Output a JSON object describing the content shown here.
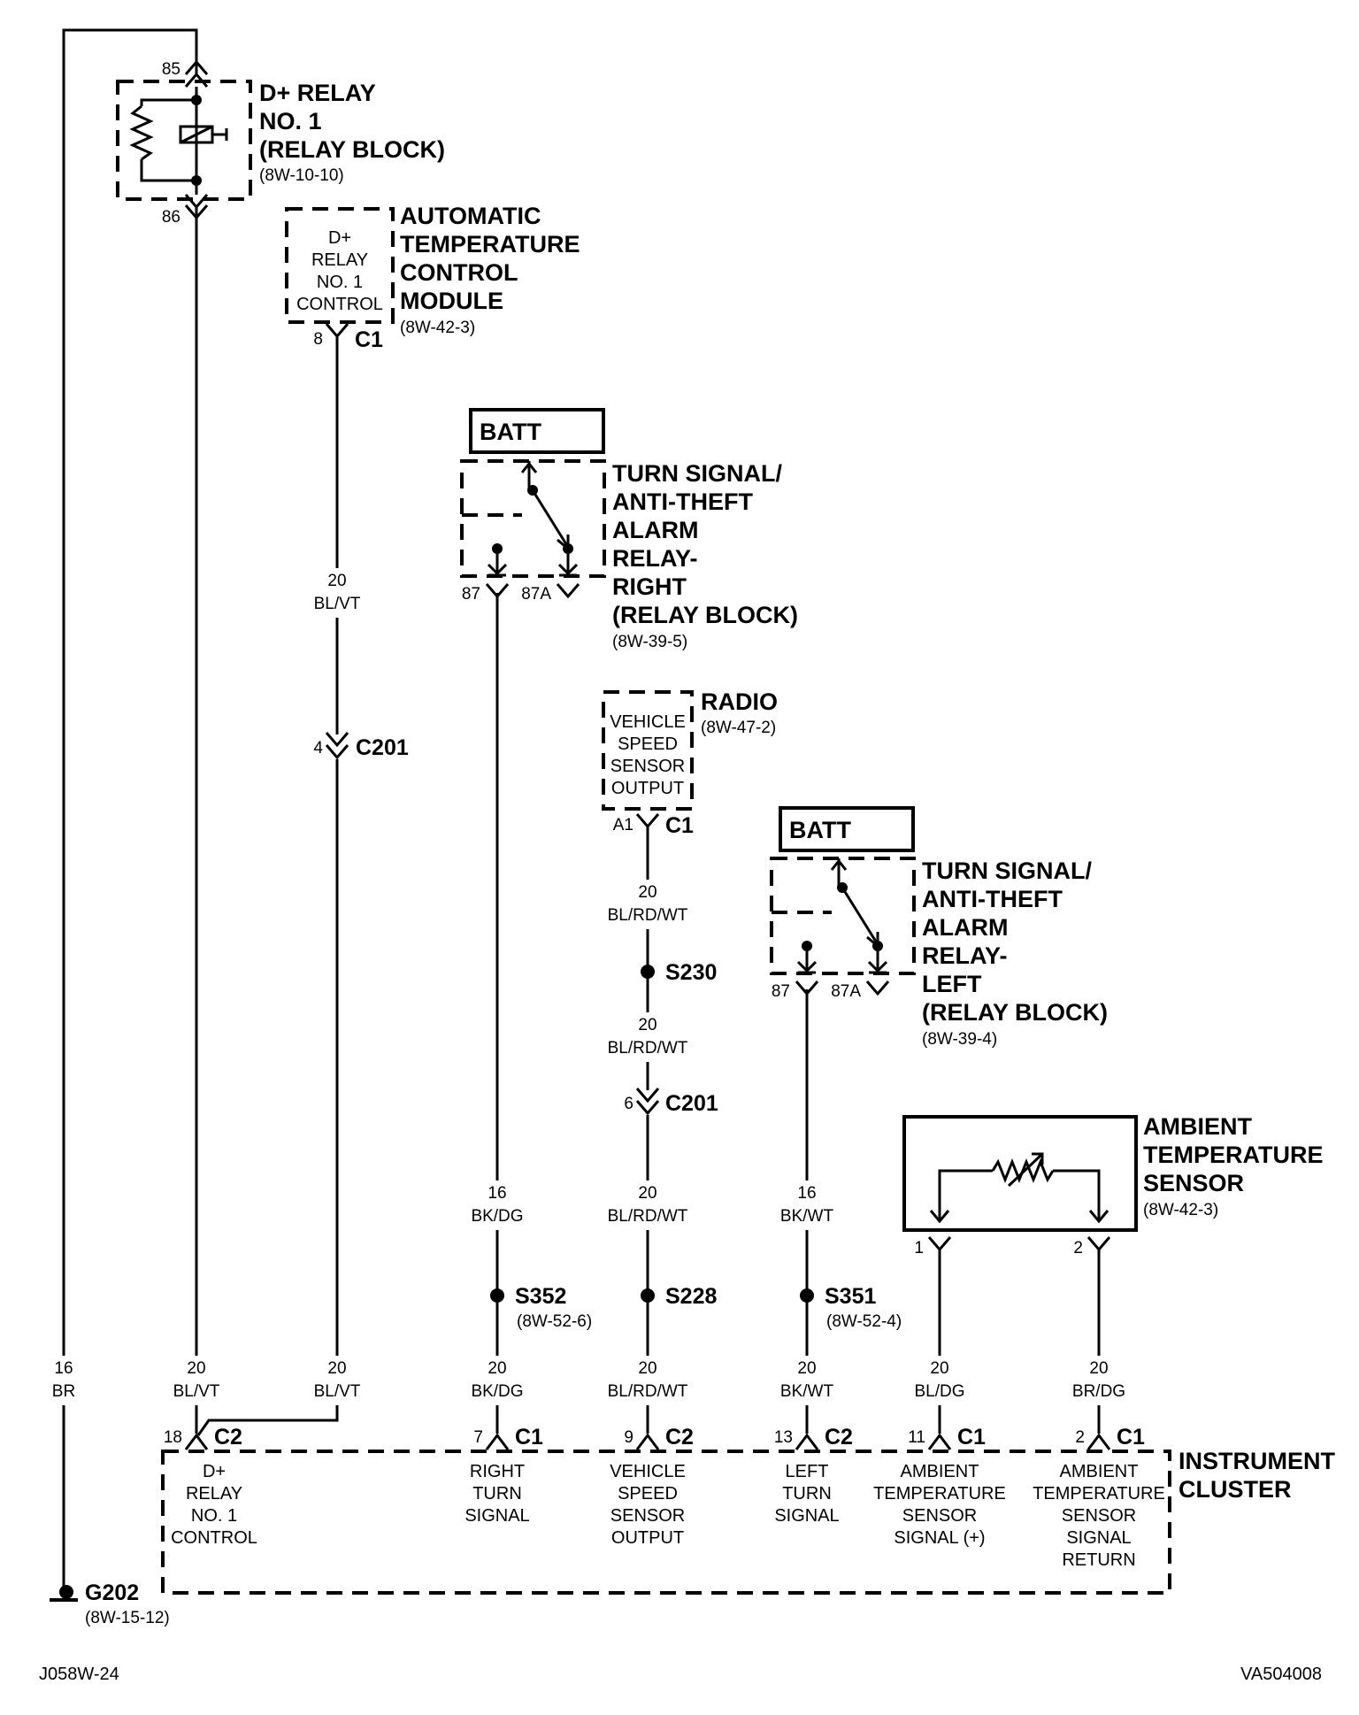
{
  "relay_d": {
    "title": [
      "D+ RELAY",
      "NO. 1",
      "(RELAY BLOCK)"
    ],
    "ref": "(8W-10-10)",
    "pin_top": "85",
    "pin_bottom": "86"
  },
  "atc_module": {
    "title": [
      "AUTOMATIC",
      "TEMPERATURE",
      "CONTROL",
      "MODULE"
    ],
    "ref": "(8W-42-3)",
    "box": [
      "D+",
      "RELAY",
      "NO. 1",
      "CONTROL"
    ],
    "pin": "8",
    "connector": "C1"
  },
  "turn_relay_right": {
    "batt": "BATT",
    "title": [
      "TURN SIGNAL/",
      "ANTI-THEFT",
      "ALARM",
      "RELAY-",
      "RIGHT",
      "(RELAY BLOCK)"
    ],
    "ref": "(8W-39-5)",
    "pin_87": "87",
    "pin_87a": "87A"
  },
  "radio": {
    "title": "RADIO",
    "ref": "(8W-47-2)",
    "box": [
      "VEHICLE",
      "SPEED",
      "SENSOR",
      "OUTPUT"
    ],
    "pin": "A1",
    "connector": "C1"
  },
  "turn_relay_left": {
    "batt": "BATT",
    "title": [
      "TURN SIGNAL/",
      "ANTI-THEFT",
      "ALARM",
      "RELAY-",
      "LEFT",
      "(RELAY BLOCK)"
    ],
    "ref": "(8W-39-4)",
    "pin_87": "87",
    "pin_87a": "87A"
  },
  "ambient_sensor": {
    "title": [
      "AMBIENT",
      "TEMPERATURE",
      "SENSOR"
    ],
    "ref": "(8W-42-3)",
    "pin1": "1",
    "pin2": "2"
  },
  "wires": {
    "br": [
      "16",
      "BR"
    ],
    "blvt_a": [
      "20",
      "BL/VT"
    ],
    "blvt_b": [
      "20",
      "BL/VT"
    ],
    "blvt_c": [
      "20",
      "BL/VT"
    ],
    "bkdg_a": [
      "16",
      "BK/DG"
    ],
    "bkdg_b": [
      "20",
      "BK/DG"
    ],
    "blrdwt_a": [
      "20",
      "BL/RD/WT"
    ],
    "blrdwt_b": [
      "20",
      "BL/RD/WT"
    ],
    "blrdwt_c": [
      "20",
      "BL/RD/WT"
    ],
    "blrdwt_d": [
      "20",
      "BL/RD/WT"
    ],
    "bkwt_a": [
      "16",
      "BK/WT"
    ],
    "bkwt_b": [
      "20",
      "BK/WT"
    ],
    "bldg": [
      "20",
      "BL/DG"
    ],
    "brdg": [
      "20",
      "BR/DG"
    ]
  },
  "inline": {
    "c201_a": {
      "pin": "4",
      "name": "C201"
    },
    "c201_b": {
      "pin": "6",
      "name": "C201"
    }
  },
  "splices": {
    "s230": {
      "name": "S230"
    },
    "s352": {
      "name": "S352",
      "ref": "(8W-52-6)"
    },
    "s228": {
      "name": "S228"
    },
    "s351": {
      "name": "S351",
      "ref": "(8W-52-4)"
    }
  },
  "cluster": {
    "title": [
      "INSTRUMENT",
      "CLUSTER"
    ],
    "pins": [
      {
        "pin": "18",
        "connector": "C2",
        "label": [
          "D+",
          "RELAY",
          "NO. 1",
          "CONTROL"
        ]
      },
      {
        "pin": "7",
        "connector": "C1",
        "label": [
          "RIGHT",
          "TURN",
          "SIGNAL"
        ]
      },
      {
        "pin": "9",
        "connector": "C2",
        "label": [
          "VEHICLE",
          "SPEED",
          "SENSOR",
          "OUTPUT"
        ]
      },
      {
        "pin": "13",
        "connector": "C2",
        "label": [
          "LEFT",
          "TURN",
          "SIGNAL"
        ]
      },
      {
        "pin": "11",
        "connector": "C1",
        "label": [
          "AMBIENT",
          "TEMPERATURE",
          "SENSOR",
          "SIGNAL (+)"
        ]
      },
      {
        "pin": "2",
        "connector": "C1",
        "label": [
          "AMBIENT",
          "TEMPERATURE",
          "SENSOR",
          "SIGNAL",
          "RETURN"
        ]
      }
    ]
  },
  "ground": {
    "name": "G202",
    "ref": "(8W-15-12)"
  },
  "footer": {
    "left": "J058W-24",
    "right": "VA504008"
  }
}
